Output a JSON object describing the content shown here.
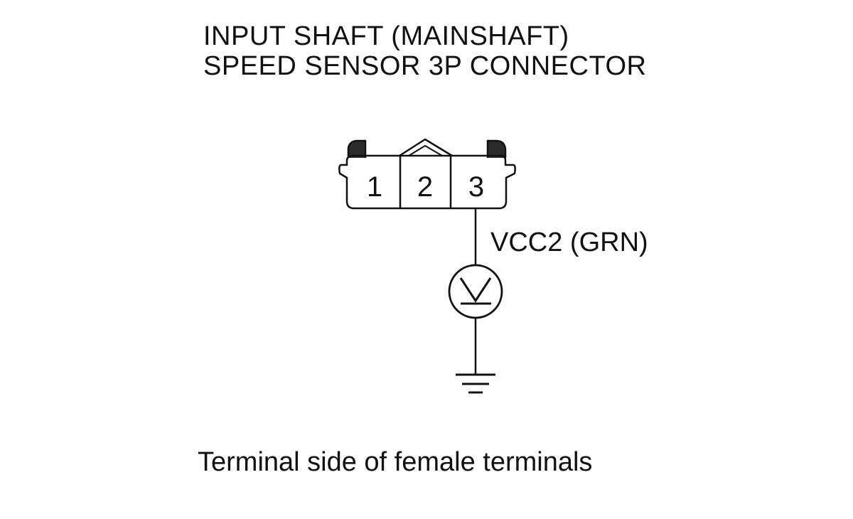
{
  "title": {
    "line1": "INPUT SHAFT (MAINSHAFT)",
    "line2": "SPEED SENSOR 3P CONNECTOR"
  },
  "connector": {
    "terminals": [
      "1",
      "2",
      "3"
    ]
  },
  "wire": {
    "label": "VCC2 (GRN)"
  },
  "meter": {
    "symbol": "V",
    "icon": "voltmeter-icon"
  },
  "ground": {
    "icon": "ground-icon"
  },
  "caption": "Terminal side of female terminals"
}
